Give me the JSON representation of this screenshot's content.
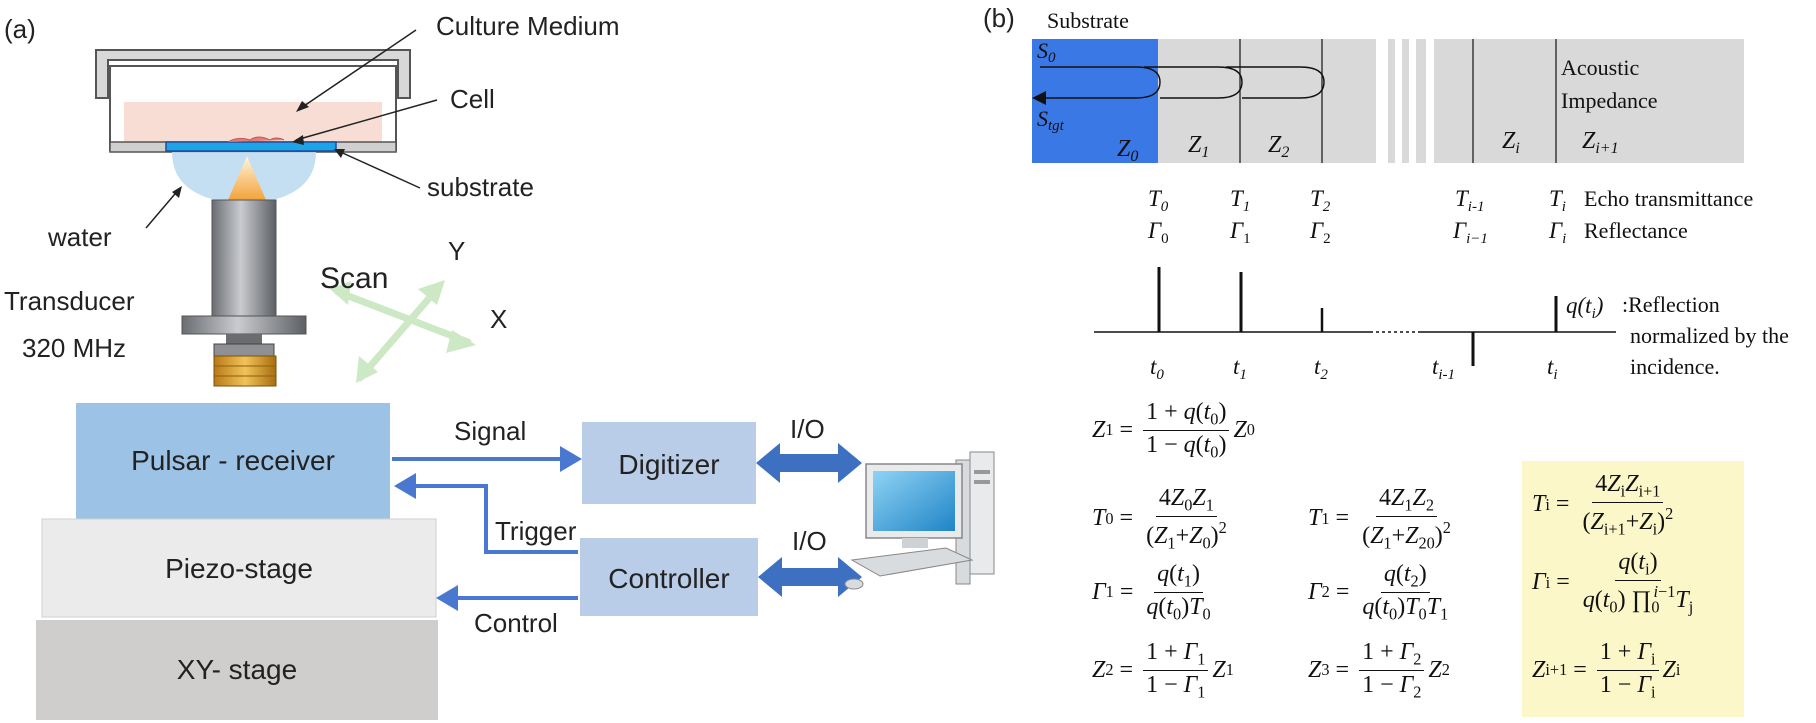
{
  "panel_a": {
    "label": "(a)",
    "culture_medium": "Culture Medium",
    "cell": "Cell",
    "substrate": "substrate",
    "water": "water",
    "transducer": "Transducer",
    "transducer_freq": "320 MHz",
    "scan": "Scan",
    "axis_y": "Y",
    "axis_x": "X",
    "pulsar": "Pulsar - receiver",
    "piezo": "Piezo-stage",
    "xy_stage": "XY- stage",
    "digitizer": "Digitizer",
    "controller": "Controller",
    "signal": "Signal",
    "trigger": "Trigger",
    "control": "Control",
    "io_1": "I/O",
    "io_2": "I/O"
  },
  "panel_b": {
    "label": "(b)",
    "substrate": "Substrate",
    "s0": "S",
    "s0_sub": "0",
    "stgt": "S",
    "stgt_sub": "tgt",
    "acoustic_1": "Acoustic",
    "acoustic_2": "Impedance",
    "zones": [
      {
        "z": "Z",
        "sub": "0"
      },
      {
        "z": "Z",
        "sub": "1"
      },
      {
        "z": "Z",
        "sub": "2"
      },
      {
        "z": "Z",
        "sub": "i"
      },
      {
        "z": "Z",
        "sub": "i+1"
      }
    ],
    "t_labels": [
      {
        "t": "T",
        "sub": "0",
        "g": "Γ",
        "gsub": "0",
        "time": "t",
        "tsub": "0"
      },
      {
        "t": "T",
        "sub": "1",
        "g": "Γ",
        "gsub": "1",
        "time": "t",
        "tsub": "1"
      },
      {
        "t": "T",
        "sub": "2",
        "g": "Γ",
        "gsub": "2",
        "time": "t",
        "tsub": "2"
      },
      {
        "t": "T",
        "sub": "i-1",
        "g": "Γ",
        "gsub": "i−1",
        "time": "t",
        "tsub": "i-1"
      },
      {
        "t": "T",
        "sub": "i",
        "g": "Γ",
        "gsub": "i",
        "time": "t",
        "tsub": "i"
      }
    ],
    "echo_transmittance": "Echo transmittance",
    "reflectance": "Reflectance",
    "qti": "q(t",
    "qti_sub": "i",
    "qti_end": ")",
    "reflection_1": ":Reflection",
    "reflection_2": "normalized by the",
    "reflection_3": "incidence."
  }
}
